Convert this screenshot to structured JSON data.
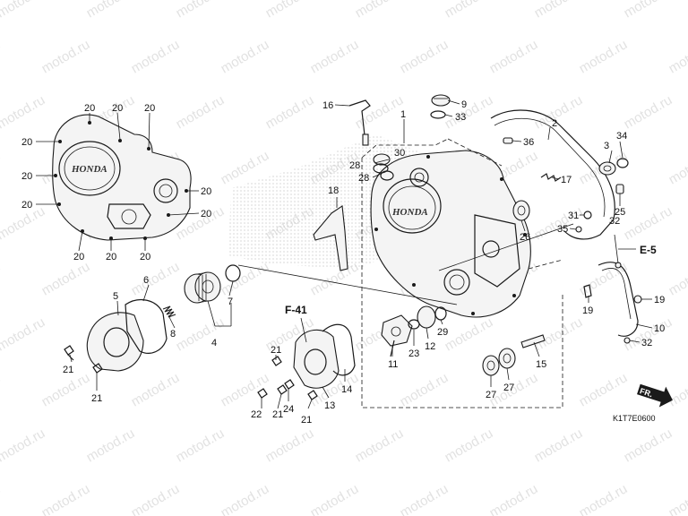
{
  "watermark": "motod.ru",
  "brand_text": "HONDA",
  "diagram_code": "K1T7E0600",
  "references": {
    "F41": "F-41",
    "E5": "E-5",
    "FR": "FR."
  },
  "callouts": {
    "c1": "1",
    "c2": "2",
    "c3": "3",
    "c4": "4",
    "c5": "5",
    "c6": "6",
    "c7": "7",
    "c8": "8",
    "c9": "9",
    "c10": "10",
    "c11": "11",
    "c12": "12",
    "c13": "13",
    "c14": "14",
    "c15": "15",
    "c16": "16",
    "c17": "17",
    "c18": "18",
    "c19": "19",
    "c20": "20",
    "c21": "21",
    "c22": "22",
    "c23": "23",
    "c24": "24",
    "c25": "25",
    "c26": "26",
    "c27": "27",
    "c28": "28",
    "c29": "29",
    "c30": "30",
    "c31": "31",
    "c32": "32",
    "c33": "33",
    "c34": "34",
    "c35": "35",
    "c36": "36"
  }
}
